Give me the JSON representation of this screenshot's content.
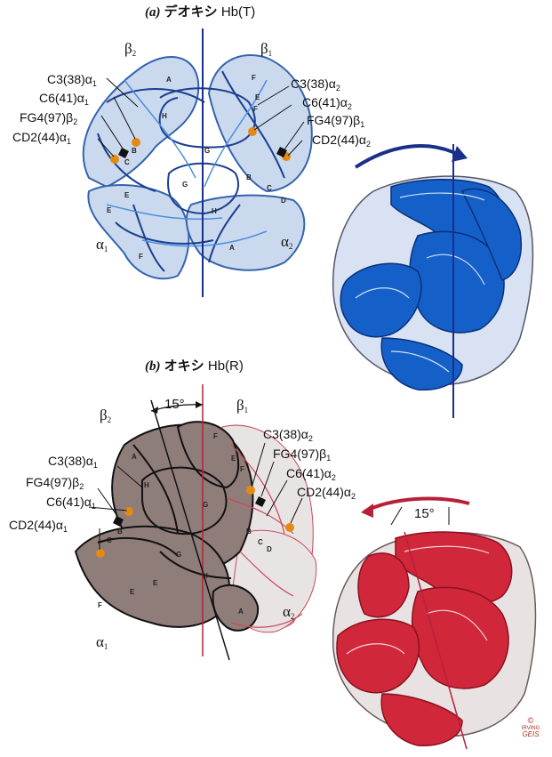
{
  "panel_a": {
    "letter": "(a)",
    "title": "デオキシ",
    "state": "Hb(T)",
    "chains": {
      "beta2": "β2",
      "beta1": "β1",
      "alpha1": "α1",
      "alpha2": "α2"
    },
    "left_residues": [
      "C3(38)α1",
      "C6(41)α1",
      "FG4(97)β2",
      "CD2(44)α1"
    ],
    "right_residues": [
      "C3(38)α2",
      "C6(41)α2",
      "FG4(97)β1",
      "CD2(44)α2"
    ],
    "helices": [
      "A",
      "F",
      "H",
      "G",
      "B",
      "C",
      "E",
      "F",
      "E",
      "G",
      "H",
      "B",
      "C",
      "D",
      "E",
      "A",
      "F"
    ]
  },
  "panel_b": {
    "letter": "(b)",
    "title": "オキシ",
    "state": "Hb(R)",
    "rotation": "15°",
    "chains": {
      "beta2": "β2",
      "beta1": "β1",
      "alpha1": "α1",
      "alpha2": "α2"
    },
    "left_residues": [
      "C3(38)α1",
      "FG4(97)β2",
      "C6(41)α1",
      "CD2(44)α1"
    ],
    "right_residues": [
      "C3(38)α2",
      "FG4(97)β1",
      "C6(41)α2",
      "CD2(44)α2"
    ],
    "helices": [
      "A",
      "F",
      "E",
      "F",
      "H",
      "G",
      "B",
      "C",
      "G",
      "H",
      "E",
      "F",
      "A",
      "E",
      "B",
      "C",
      "D"
    ]
  },
  "side_view_b": {
    "rotation": "15°"
  },
  "signature": {
    "copyright": "©",
    "line1": "IRVING",
    "line2": "GEIS"
  },
  "colors": {
    "deoxy_blue": "#1560c8",
    "deoxy_light": "#c9d8ee",
    "oxy_red": "#d0283a",
    "oxy_brown": "#8f7d7a",
    "heme_orange": "#e48a12",
    "axis_blue": "#1a2f8a",
    "axis_red": "#b8203a"
  }
}
